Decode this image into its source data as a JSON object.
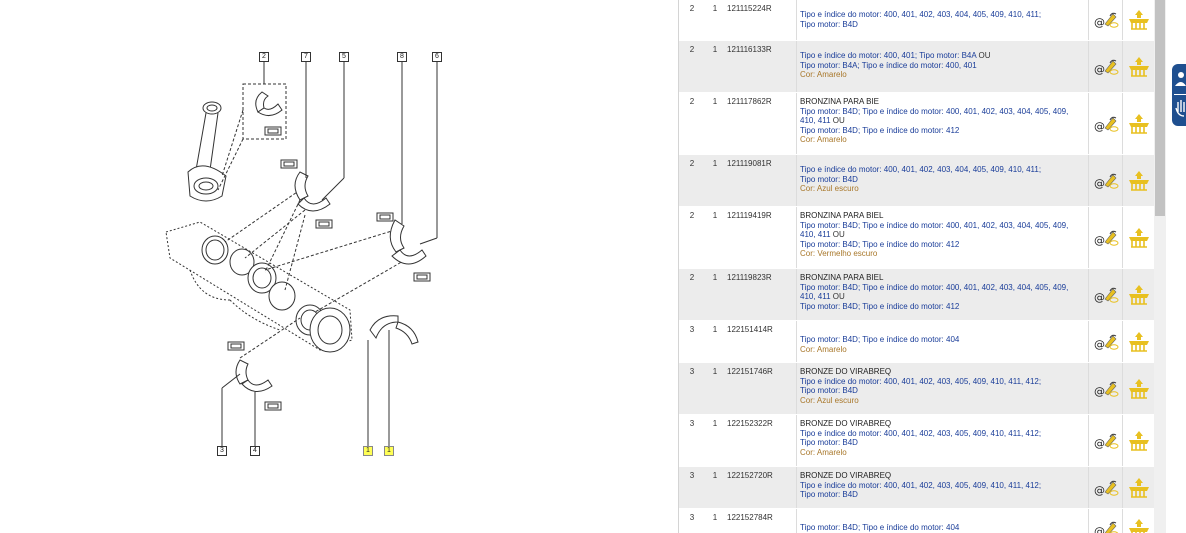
{
  "diagram": {
    "callouts": [
      {
        "id": "c2",
        "label": "2",
        "highlight": false
      },
      {
        "id": "c7",
        "label": "7",
        "highlight": false
      },
      {
        "id": "c5",
        "label": "5",
        "highlight": false
      },
      {
        "id": "c8",
        "label": "8",
        "highlight": false
      },
      {
        "id": "c6",
        "label": "6",
        "highlight": false
      },
      {
        "id": "c3",
        "label": "3",
        "highlight": false
      },
      {
        "id": "c4",
        "label": "4",
        "highlight": false
      },
      {
        "id": "c1a",
        "label": "1",
        "highlight": true
      },
      {
        "id": "c1b",
        "label": "1",
        "highlight": true
      }
    ]
  },
  "parts": [
    {
      "ref": "2",
      "qty": "1",
      "pn": "121115224R",
      "title": "",
      "alt": false,
      "lines": [
        {
          "parts": [
            {
              "k": "Tipo e índice do motor: 400, 401, 402, 403, 404, 405, 409, 410, 411;"
            }
          ]
        },
        {
          "parts": [
            {
              "k": "Tipo motor: B4D"
            }
          ]
        }
      ],
      "color": ""
    },
    {
      "ref": "2",
      "qty": "1",
      "pn": "121116133R",
      "title": "",
      "alt": true,
      "lines": [
        {
          "parts": [
            {
              "k": "Tipo e índice do motor: 400, 401; Tipo motor: B4A "
            },
            {
              "kw": "OU"
            }
          ]
        },
        {
          "parts": [
            {
              "k": "Tipo motor: B4A; Tipo e índice do motor: 400, 401"
            }
          ]
        }
      ],
      "color": "Cor: Amarelo"
    },
    {
      "ref": "2",
      "qty": "1",
      "pn": "121117862R",
      "title": "BRONZINA PARA BIE",
      "alt": false,
      "lines": [
        {
          "parts": [
            {
              "k": "Tipo motor: B4D; Tipo e índice do motor: 400, 401, 402, 403, 404, 405, 409,"
            }
          ]
        },
        {
          "parts": [
            {
              "k": "410, 411 "
            },
            {
              "kw": "OU"
            }
          ]
        },
        {
          "parts": [
            {
              "k": "Tipo motor: B4D; Tipo e índice do motor: 412"
            }
          ]
        }
      ],
      "color": "Cor: Amarelo"
    },
    {
      "ref": "2",
      "qty": "1",
      "pn": "121119081R",
      "title": "",
      "alt": true,
      "lines": [
        {
          "parts": [
            {
              "k": "Tipo e índice do motor: 400, 401, 402, 403, 404, 405, 409, 410, 411;"
            }
          ]
        },
        {
          "parts": [
            {
              "k": "Tipo motor: B4D"
            }
          ]
        }
      ],
      "color": "Cor: Azul escuro"
    },
    {
      "ref": "2",
      "qty": "1",
      "pn": "121119419R",
      "title": "BRONZINA PARA BIEL",
      "alt": false,
      "lines": [
        {
          "parts": [
            {
              "k": "Tipo motor: B4D; Tipo e índice do motor: 400, 401, 402, 403, 404, 405, 409,"
            }
          ]
        },
        {
          "parts": [
            {
              "k": "410, 411 "
            },
            {
              "kw": "OU"
            }
          ]
        },
        {
          "parts": [
            {
              "k": "Tipo motor: B4D; Tipo e índice do motor: 412"
            }
          ]
        }
      ],
      "color": "Cor: Vermelho escuro"
    },
    {
      "ref": "2",
      "qty": "1",
      "pn": "121119823R",
      "title": "BRONZINA PARA BIEL",
      "alt": true,
      "lines": [
        {
          "parts": [
            {
              "k": "Tipo motor: B4D; Tipo e índice do motor: 400, 401, 402, 403, 404, 405, 409,"
            }
          ]
        },
        {
          "parts": [
            {
              "k": "410, 411 "
            },
            {
              "kw": "OU"
            }
          ]
        },
        {
          "parts": [
            {
              "k": "Tipo motor: B4D; Tipo e índice do motor: 412"
            }
          ]
        }
      ],
      "color": ""
    },
    {
      "ref": "3",
      "qty": "1",
      "pn": "122151414R",
      "title": "",
      "alt": false,
      "lines": [
        {
          "parts": [
            {
              "k": "Tipo motor: B4D; Tipo e índice do motor: 404"
            }
          ]
        }
      ],
      "color": "Cor: Amarelo"
    },
    {
      "ref": "3",
      "qty": "1",
      "pn": "122151746R",
      "title": "BRONZE DO VIRABREQ",
      "alt": true,
      "lines": [
        {
          "parts": [
            {
              "k": "Tipo e índice do motor: 400, 401, 402, 403, 405, 409, 410, 411, 412;"
            }
          ]
        },
        {
          "parts": [
            {
              "k": "Tipo motor: B4D"
            }
          ]
        }
      ],
      "color": "Cor: Azul escuro"
    },
    {
      "ref": "3",
      "qty": "1",
      "pn": "122152322R",
      "title": "BRONZE DO VIRABREQ",
      "alt": false,
      "lines": [
        {
          "parts": [
            {
              "k": "Tipo e índice do motor: 400, 401, 402, 403, 405, 409, 410, 411, 412;"
            }
          ]
        },
        {
          "parts": [
            {
              "k": "Tipo motor: B4D"
            }
          ]
        }
      ],
      "color": "Cor: Amarelo"
    },
    {
      "ref": "3",
      "qty": "1",
      "pn": "122152720R",
      "title": "BRONZE DO VIRABREQ",
      "alt": true,
      "lines": [
        {
          "parts": [
            {
              "k": "Tipo e índice do motor: 400, 401, 402, 403, 405, 409, 410, 411, 412;"
            }
          ]
        },
        {
          "parts": [
            {
              "k": "Tipo motor: B4D"
            }
          ]
        }
      ],
      "color": ""
    },
    {
      "ref": "3",
      "qty": "1",
      "pn": "122152784R",
      "title": "",
      "alt": false,
      "lines": [
        {
          "parts": [
            {
              "k": "Tipo motor: B4D; Tipo e índice do motor: 404"
            }
          ]
        }
      ],
      "color": ""
    }
  ],
  "icons": {
    "action_icon": "at-tool-icon",
    "cart_icon": "add-to-cart-icon",
    "accent_blue": "#1a3d99",
    "accent_gold": "#e8c020",
    "color_text": "#a8772a",
    "side_tab": "#1f4f8f"
  }
}
